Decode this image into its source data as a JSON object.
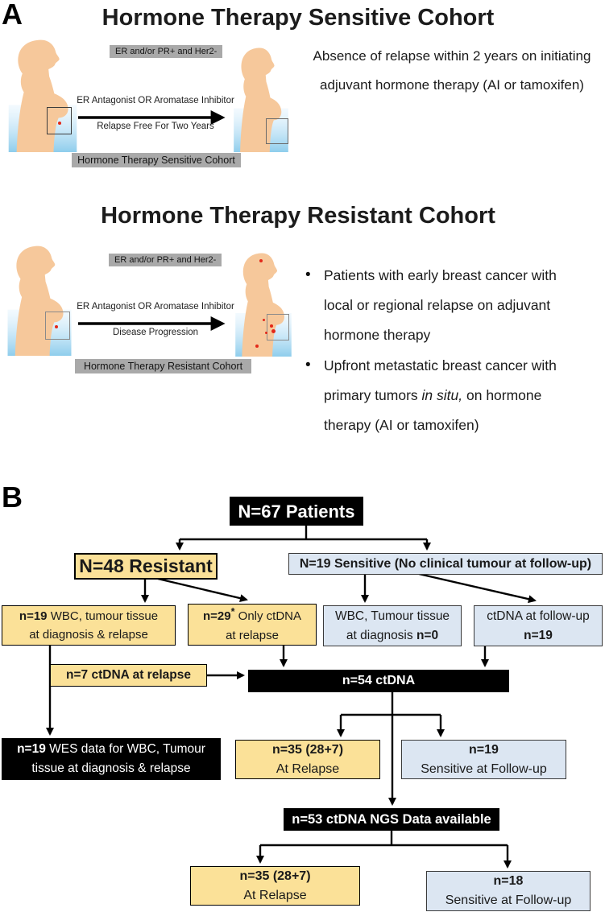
{
  "panel_a": {
    "label": "A",
    "sensitive": {
      "title": "Hormone Therapy Sensitive Cohort",
      "receptor_label": "ER and/or PR+ and Her2-",
      "arrow_top": "ER Antagonist OR Aromatase Inhibitor",
      "arrow_bottom": "Relapse Free For Two Years",
      "cohort_label": "Hormone Therapy Sensitive Cohort",
      "desc_line1": "Absence of relapse within 2 years on initiating",
      "desc_line2": "adjuvant hormone therapy (AI or tamoxifen)"
    },
    "resistant": {
      "title": "Hormone Therapy Resistant Cohort",
      "receptor_label": "ER and/or PR+ and Her2-",
      "arrow_top": "ER Antagonist OR Aromatase Inhibitor",
      "arrow_bottom": "Disease Progression",
      "cohort_label": "Hormone Therapy Resistant Cohort",
      "bullet_glyph": "•",
      "bullet1_line1": "Patients with early breast cancer with",
      "bullet1_line2": "local or regional relapse on adjuvant",
      "bullet1_line3": "hormone therapy",
      "bullet2_line1": "Upfront metastatic breast cancer with",
      "bullet2_pre": "primary tumors ",
      "bullet2_italic": "in situ,",
      "bullet2_post": " on hormone",
      "bullet2_line3": "therapy (AI or tamoxifen)"
    }
  },
  "panel_b": {
    "label": "B",
    "boxes": {
      "patients": "N=67 Patients",
      "resistant": "N=48 Resistant",
      "sensitive": "N=19 Sensitive (No clinical tumour at follow-up)",
      "wbc_relapse_n": "n=19",
      "wbc_relapse_t": " WBC, tumour tissue",
      "wbc_relapse_l2": "at diagnosis & relapse",
      "only_ctdna_n": "n=29",
      "only_ctdna_sup": "*",
      "only_ctdna_t": " Only ctDNA",
      "only_ctdna_l2": "at relapse",
      "wbc_diag_l1": "WBC, Tumour tissue",
      "wbc_diag_l2pre": "at diagnosis ",
      "wbc_diag_n": "n=0",
      "ctdna_fu_l1": "ctDNA at follow-up",
      "ctdna_fu_n": "n=19",
      "n7": "n=7 ctDNA at relapse",
      "n54": "n=54 ctDNA",
      "wes_n": "n=19",
      "wes_t": " WES data for WBC, Tumour",
      "wes_l2": "tissue at diagnosis & relapse",
      "r35a_l1": "n=35 (28+7)",
      "r35a_l2": "At Relapse",
      "fu19_l1": "n=19",
      "fu19_l2": "Sensitive at Follow-up",
      "n53": "n=53 ctDNA NGS Data available",
      "r35b_l1": "n=35 (28+7)",
      "r35b_l2": "At Relapse",
      "fu18_l1": "n=18",
      "fu18_l2": "Sensitive at Follow-up"
    },
    "colors": {
      "resistant_fill": "#fbe198",
      "sensitive_fill": "#dce6f2",
      "emphasis_fill": "#000000",
      "gray_label_fill": "#a9a9a9",
      "skin_tone": "#f6c89b",
      "background_blue": "#8ecdec",
      "tumor_red": "#e32819"
    }
  }
}
